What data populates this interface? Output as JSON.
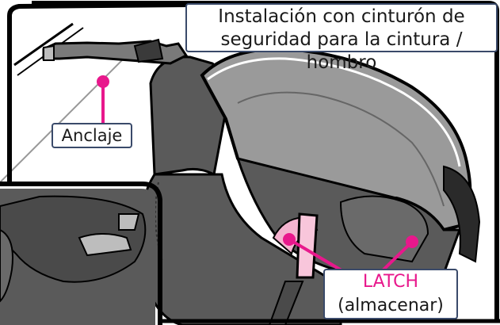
{
  "title_lines": [
    "Instalación con cinturón de",
    "seguridad para la cintura / hombro"
  ],
  "anchor_label": "Anclaje",
  "latch_label": "LATCH",
  "latch_sublabel": "(almacenar)",
  "colors": {
    "callout_pink": "#e8188c",
    "seat_gray": "#9a9a9a",
    "dark_gray": "#4a4a4a",
    "outline": "#000000",
    "label_border": "#3a4a6a"
  }
}
